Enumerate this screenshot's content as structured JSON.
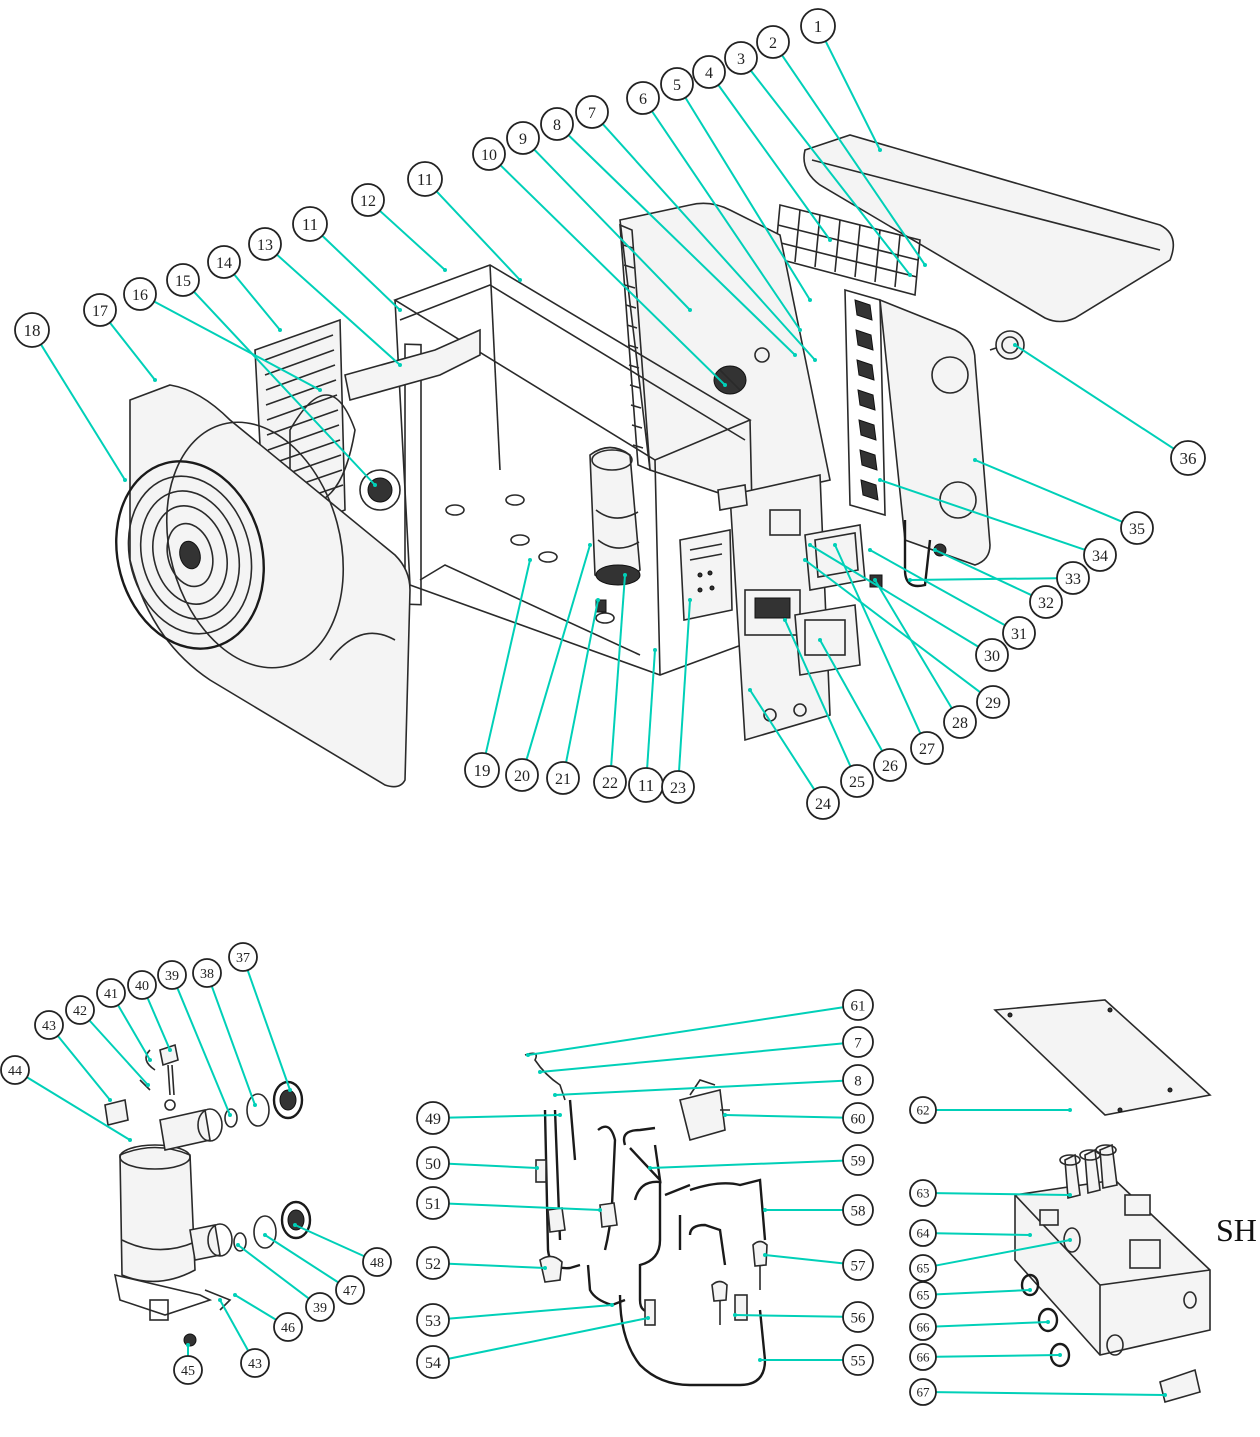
{
  "colors": {
    "leader": "#00d0b8",
    "line": "#2a2a2a",
    "background": "#ffffff"
  },
  "edge_label": "SH",
  "callouts": [
    {
      "id": "c1",
      "label": "1"
    },
    {
      "id": "c2",
      "label": "2"
    },
    {
      "id": "c3",
      "label": "3"
    },
    {
      "id": "c4",
      "label": "4"
    },
    {
      "id": "c5",
      "label": "5"
    },
    {
      "id": "c6",
      "label": "6"
    },
    {
      "id": "c7",
      "label": "7"
    },
    {
      "id": "c8",
      "label": "8"
    },
    {
      "id": "c9",
      "label": "9"
    },
    {
      "id": "c10",
      "label": "10"
    },
    {
      "id": "c11a",
      "label": "11"
    },
    {
      "id": "c12",
      "label": "12"
    },
    {
      "id": "c11b",
      "label": "11"
    },
    {
      "id": "c13",
      "label": "13"
    },
    {
      "id": "c14",
      "label": "14"
    },
    {
      "id": "c15",
      "label": "15"
    },
    {
      "id": "c16",
      "label": "16"
    },
    {
      "id": "c17",
      "label": "17"
    },
    {
      "id": "c18",
      "label": "18"
    },
    {
      "id": "c19",
      "label": "19"
    },
    {
      "id": "c20",
      "label": "20"
    },
    {
      "id": "c21",
      "label": "21"
    },
    {
      "id": "c22",
      "label": "22"
    },
    {
      "id": "c11c",
      "label": "11"
    },
    {
      "id": "c23",
      "label": "23"
    },
    {
      "id": "c24",
      "label": "24"
    },
    {
      "id": "c25",
      "label": "25"
    },
    {
      "id": "c26",
      "label": "26"
    },
    {
      "id": "c27",
      "label": "27"
    },
    {
      "id": "c28",
      "label": "28"
    },
    {
      "id": "c29",
      "label": "29"
    },
    {
      "id": "c30",
      "label": "30"
    },
    {
      "id": "c31",
      "label": "31"
    },
    {
      "id": "c32",
      "label": "32"
    },
    {
      "id": "c33",
      "label": "33"
    },
    {
      "id": "c34",
      "label": "34"
    },
    {
      "id": "c35",
      "label": "35"
    },
    {
      "id": "c36",
      "label": "36"
    },
    {
      "id": "c37",
      "label": "37"
    },
    {
      "id": "c38",
      "label": "38"
    },
    {
      "id": "c39a",
      "label": "39"
    },
    {
      "id": "c40",
      "label": "40"
    },
    {
      "id": "c41",
      "label": "41"
    },
    {
      "id": "c42",
      "label": "42"
    },
    {
      "id": "c43a",
      "label": "43"
    },
    {
      "id": "c44",
      "label": "44"
    },
    {
      "id": "c45",
      "label": "45"
    },
    {
      "id": "c43b",
      "label": "43"
    },
    {
      "id": "c46",
      "label": "46"
    },
    {
      "id": "c39b",
      "label": "39"
    },
    {
      "id": "c47",
      "label": "47"
    },
    {
      "id": "c48",
      "label": "48"
    },
    {
      "id": "c61",
      "label": "61"
    },
    {
      "id": "c7b",
      "label": "7"
    },
    {
      "id": "c8b",
      "label": "8"
    },
    {
      "id": "c49",
      "label": "49"
    },
    {
      "id": "c60",
      "label": "60"
    },
    {
      "id": "c50",
      "label": "50"
    },
    {
      "id": "c59",
      "label": "59"
    },
    {
      "id": "c51",
      "label": "51"
    },
    {
      "id": "c58",
      "label": "58"
    },
    {
      "id": "c52",
      "label": "52"
    },
    {
      "id": "c57",
      "label": "57"
    },
    {
      "id": "c53",
      "label": "53"
    },
    {
      "id": "c56",
      "label": "56"
    },
    {
      "id": "c54",
      "label": "54"
    },
    {
      "id": "c55",
      "label": "55"
    },
    {
      "id": "c62",
      "label": "62"
    },
    {
      "id": "c63",
      "label": "63"
    },
    {
      "id": "c64",
      "label": "64"
    },
    {
      "id": "c65a",
      "label": "65"
    },
    {
      "id": "c65b",
      "label": "65"
    },
    {
      "id": "c66a",
      "label": "66"
    },
    {
      "id": "c66b",
      "label": "66"
    },
    {
      "id": "c67",
      "label": "67"
    }
  ]
}
